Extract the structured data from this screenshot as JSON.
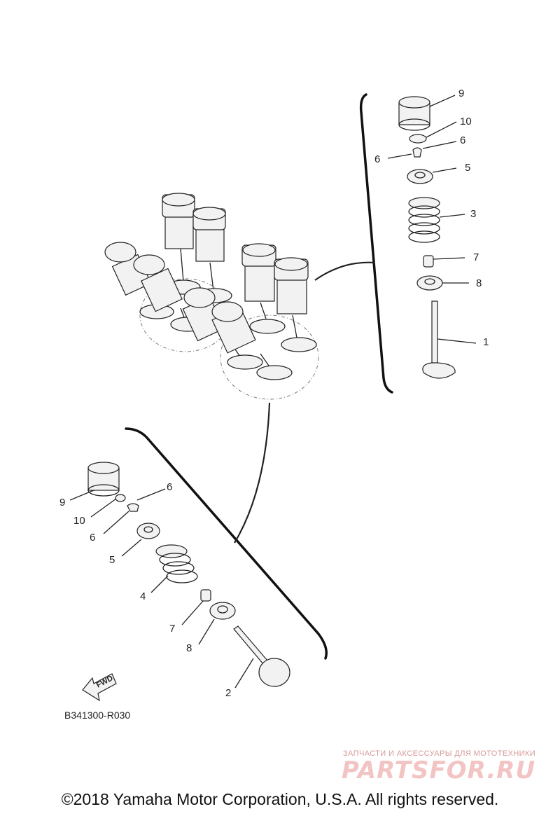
{
  "diagram": {
    "reference_code": "B341300-R030",
    "forward_label": "FWD",
    "callouts_upper": [
      {
        "id": "u9",
        "text": "9"
      },
      {
        "id": "u10",
        "text": "10"
      },
      {
        "id": "u6a",
        "text": "6"
      },
      {
        "id": "u6b",
        "text": "6"
      },
      {
        "id": "u5",
        "text": "5"
      },
      {
        "id": "u3",
        "text": "3"
      },
      {
        "id": "u7",
        "text": "7"
      },
      {
        "id": "u8",
        "text": "8"
      },
      {
        "id": "u1",
        "text": "1"
      }
    ],
    "callouts_lower": [
      {
        "id": "l9",
        "text": "9"
      },
      {
        "id": "l6a",
        "text": "6"
      },
      {
        "id": "l10",
        "text": "10"
      },
      {
        "id": "l6b",
        "text": "6"
      },
      {
        "id": "l5",
        "text": "5"
      },
      {
        "id": "l4",
        "text": "4"
      },
      {
        "id": "l7",
        "text": "7"
      },
      {
        "id": "l8",
        "text": "8"
      },
      {
        "id": "l2",
        "text": "2"
      }
    ]
  },
  "watermark": {
    "tagline": "ЗАПЧАСТИ И АКСЕССУАРЫ ДЛЯ МОТОТЕХНИКИ",
    "logo": "PARTSFOR.RU"
  },
  "copyright": "©2018 Yamaha Motor Corporation, U.S.A. All rights reserved.",
  "colors": {
    "line": "#222222",
    "watermark": "#f2c4c4"
  }
}
